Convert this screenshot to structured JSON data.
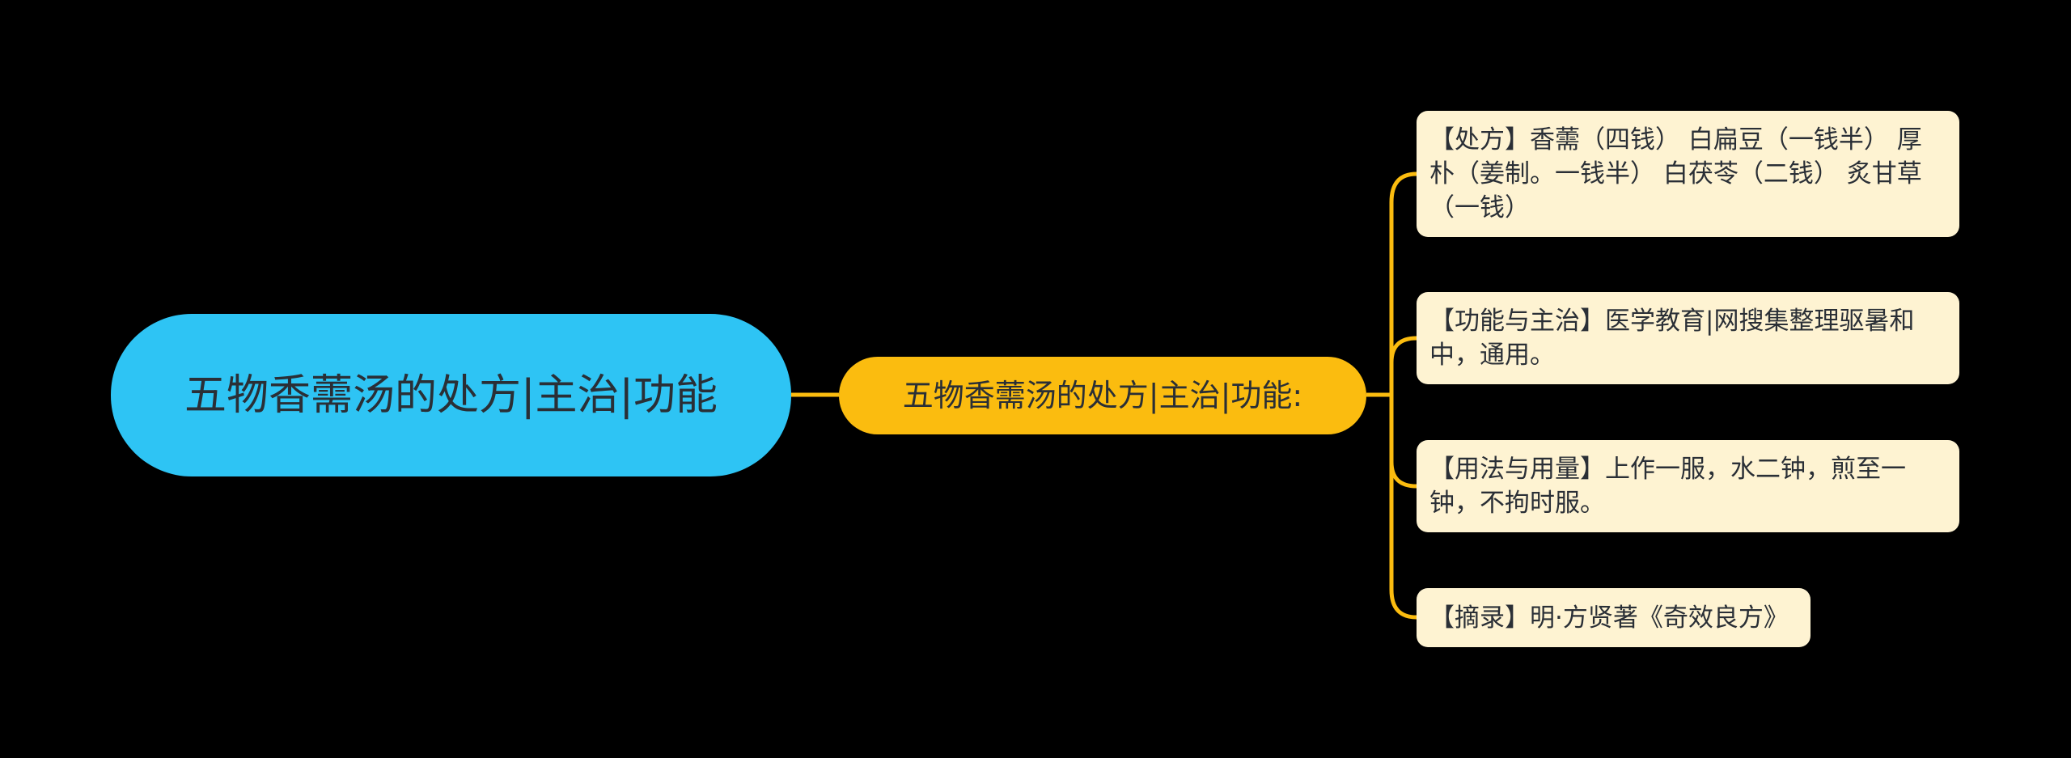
{
  "colors": {
    "background": "#000000",
    "root_fill": "#2EC4F4",
    "mid_fill": "#FBBC0F",
    "leaf_fill": "#FEF3D2",
    "connector": "#FBBC0F"
  },
  "root": {
    "text": "五物香薷汤的处方|主治|功能"
  },
  "mid": {
    "text": "五物香薷汤的处方|主治|功能:"
  },
  "leaves": [
    {
      "text": "【处方】香薷（四钱） 白扁豆（一钱半） 厚朴（姜制。一钱半） 白茯苓（二钱） 炙甘草（一钱）"
    },
    {
      "text": "【功能与主治】医学教育|网搜集整理驱暑和中，通用。"
    },
    {
      "text": "【用法与用量】上作一服，水二钟，煎至一钟，不拘时服。"
    },
    {
      "text": "【摘录】明·方贤著《奇效良方》"
    }
  ]
}
